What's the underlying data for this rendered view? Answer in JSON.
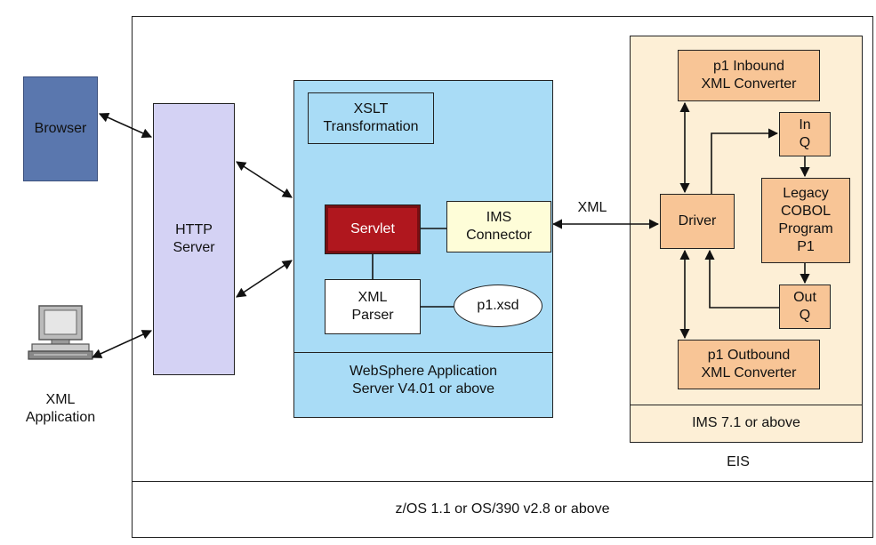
{
  "external": {
    "browser": "Browser",
    "xml_application": "XML\nApplication"
  },
  "http_server": "HTTP\nServer",
  "websphere": {
    "xslt": "XSLT\nTransformation",
    "servlet": "Servlet",
    "ims_connector": "IMS\nConnector",
    "xml_parser": "XML\nParser",
    "schema": "p1.xsd",
    "footer": "WebSphere Application\nServer V4.01 or above"
  },
  "link_label": "XML",
  "ims": {
    "inbound_converter": "p1 Inbound\nXML Converter",
    "driver": "Driver",
    "in_queue": "In\nQ",
    "legacy_program": "Legacy\nCOBOL\nProgram\nP1",
    "out_queue": "Out\nQ",
    "outbound_converter": "p1 Outbound\nXML Converter",
    "footer": "IMS 7.1 or above"
  },
  "eis_label": "EIS",
  "os_label": "z/OS 1.1 or OS/390 v2.8 or above",
  "colors": {
    "browser": "#5a77ae",
    "http_server": "#d4d2f4",
    "websphere": "#a9dcf6",
    "servlet": "#b0171e",
    "ims_connector": "#fefdd8",
    "ims_region": "#fdefd6",
    "ims_box": "#f8c596"
  }
}
